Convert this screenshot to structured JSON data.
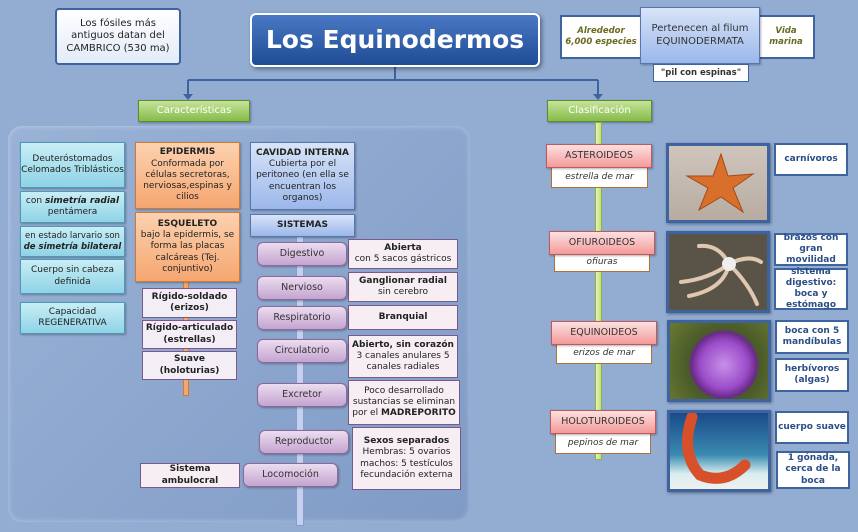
{
  "top": {
    "fossil_note": "Los fósiles más antiguos datan del CAMBRICO (530 ma)",
    "title": "Los Equinodermos",
    "species": "Alrededor 6,000 especies",
    "filum": "Pertenecen al filum EQUINODERMATA",
    "habitat": "Vida marina",
    "etymology": "\"pil con espinas\""
  },
  "caracteristicas": {
    "label": "Características",
    "general": [
      "Deuteróstomados Celomados Triblásticos"
    ],
    "simetria_pre": "con ",
    "simetria_em": "simetría radial",
    "simetria_post": " pentámera",
    "larva_pre": "en estado larvario son ",
    "larva_em": "de simetría bilateral",
    "cabeza": "Cuerpo sin cabeza definida",
    "regeneracion": "Capacidad REGENERATIVA",
    "epidermis_title": "EPIDERMIS",
    "epidermis_text": "Conformada por células secretoras, nerviosas,espinas y cilios",
    "esqueleto_title": "ESQUELETO",
    "esqueleto_text": "bajo la epidermis, se forma las placas calcáreas (Tej. conjuntivo)",
    "esqueleto_tipos": [
      "Rígido-soldado (erizos)",
      "Rígido-articulado (estrellas)",
      "Suave (holoturias)"
    ],
    "cavidad_title": "CAVIDAD INTERNA",
    "cavidad_text": "Cubierta por el peritoneo (en ella se encuentran los organos)",
    "sistemas_title": "SISTEMAS",
    "sistemas": [
      {
        "name": "Digestivo",
        "bold": "Abierta",
        "text": "con 5 sacos gástricos"
      },
      {
        "name": "Nervioso",
        "bold": "Ganglionar radial",
        "text": "sin cerebro"
      },
      {
        "name": "Respiratorio",
        "bold": "Branquial",
        "text": ""
      },
      {
        "name": "Circulatorio",
        "bold": "Abierto, sin corazón",
        "text": "3 canales anulares 5 canales radiales"
      },
      {
        "name": "Excretor",
        "bold": "",
        "text": "Poco desarrollado sustancias se eliminan por el",
        "tail": "MADREPORITO"
      },
      {
        "name": "Reproductor",
        "bold": "Sexos separados",
        "text": "Hembras: 5 ovarios machos: 5 testículos fecundación externa"
      },
      {
        "name": "Locomoción",
        "bold": "Sistema ambulocral",
        "text": ""
      }
    ]
  },
  "clasificacion": {
    "label": "Clasificación",
    "clases": [
      {
        "name": "ASTEROIDEOS",
        "common": "estrella de mar",
        "notes": [
          "carnívoros"
        ]
      },
      {
        "name": "OFIUROIDEOS",
        "common": "ofiuras",
        "notes": [
          "brazos con gran movilidad",
          "sistema digestivo: boca y estómago"
        ]
      },
      {
        "name": "EQUINOIDEOS",
        "common": "erizos de mar",
        "notes": [
          "boca con 5 mandíbulas",
          "herbívoros (algas)"
        ]
      },
      {
        "name": "HOLOTUROIDEOS",
        "common": "pepinos de mar",
        "notes": [
          "cuerpo suave",
          "1 gónada, cerca de la boca"
        ]
      }
    ]
  }
}
